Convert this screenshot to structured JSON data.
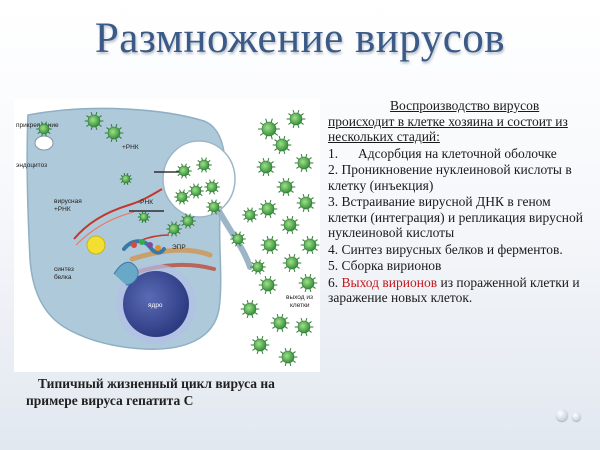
{
  "slide": {
    "title": "Размножение вирусов"
  },
  "diagram": {
    "labels": {
      "attachment": "прикрепление",
      "endocytosis": "эндоцитоз",
      "viral_rna_a": "вирусная",
      "viral_rna_b": "+РНК",
      "plus_rna": "+РНК",
      "minus_rna": "-РНК",
      "er": "ЭПР",
      "protein_synthesis_a": "синтез",
      "protein_synthesis_b": "белка",
      "nucleus": "ядро",
      "exit_a": "выход из",
      "exit_b": "клетки"
    },
    "colors": {
      "cytoplasm": "#aec9d9",
      "cytoplasm_edge": "#8fb0c4",
      "vesicle": "#ffffff",
      "nucleus": "#3c4f97",
      "nucleus_ring": "#b3bfe6",
      "virion": "#4fae4a",
      "rna_strand": "#c0392b",
      "ribosome": "#f2df32"
    }
  },
  "caption": {
    "text": "Типичный жизненный цикл вируса на примере вируса гепатита С"
  },
  "text_panel": {
    "intro": "Воспроизводство вирусов происходит в клетке хозяина и состоит из нескольких стадий:",
    "stage1": {
      "num": "1.",
      "text": "Адсорбция на клеточной оболочке"
    },
    "stage2": "2. Проникновение нуклеиновой кислоты в клетку (инъекция)",
    "stage3": "3. Встраивание вирусной ДНК в геном клетки (интеграция) и репликация вирусной нуклеиновой кислоты",
    "stage4": "4. Синтез вирусных белков и ферментов.",
    "stage5": "5. Сборка вирионов",
    "stage6": {
      "num": "6.",
      "highlight": "Выход вирионов",
      "rest": "из пораженной клетки и заражение новых клеток."
    },
    "highlight_color": "#c4161c"
  }
}
